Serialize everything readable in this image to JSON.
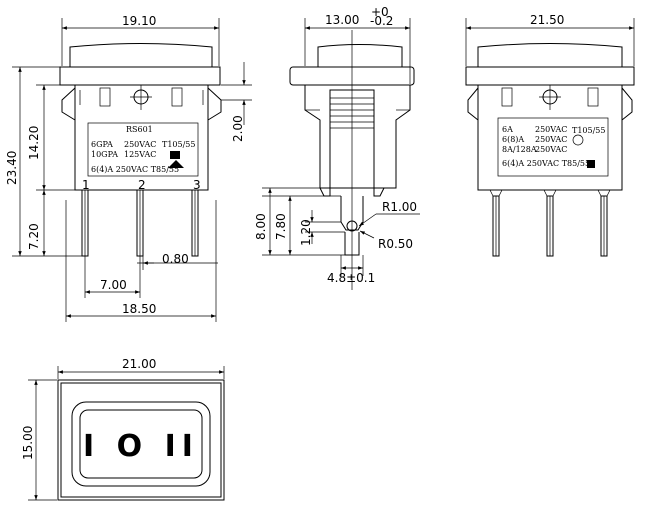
{
  "dims": {
    "front_width_top": "19.10",
    "front_height_total": "23.40",
    "front_height_body": "14.20",
    "front_pin_length": "7.20",
    "front_frame_gap": "2.00",
    "front_pin_pitch": "7.00",
    "front_pin_thickness": "0.80",
    "front_width_bottom": "18.50",
    "side_width": "13.00",
    "side_tol_upper": "+0",
    "side_tol_lower": "-0.2",
    "side_height_8": "8.00",
    "side_height_78": "7.80",
    "side_small_12": "1.20",
    "side_radius_1": "R1.00",
    "side_radius_05": "R0.50",
    "side_terminal_width": "4.8±0.1",
    "back_width": "21.50",
    "top_width": "21.00",
    "top_height": "15.00"
  },
  "front_label": {
    "model": "RS601",
    "r1_left": "6GPA",
    "r1_mid": "250VAC",
    "r1_right": "T105/55",
    "r2_left": "10GPA",
    "r2_mid": "125VAC",
    "r3": "6(4)A 250VAC T85/55"
  },
  "pin_numbers": [
    "1",
    "2",
    "3"
  ],
  "back_label": {
    "r1_left": "6A",
    "r1_mid": "250VAC",
    "r1_right": "T105/55",
    "r2_left": "6(8)A",
    "r2_mid": "250VAC",
    "r3_left": "8A/128A",
    "r3_mid": "250VAC",
    "r4": "6(4)A 250VAC T85/55"
  },
  "rocker_symbols": "I O II"
}
